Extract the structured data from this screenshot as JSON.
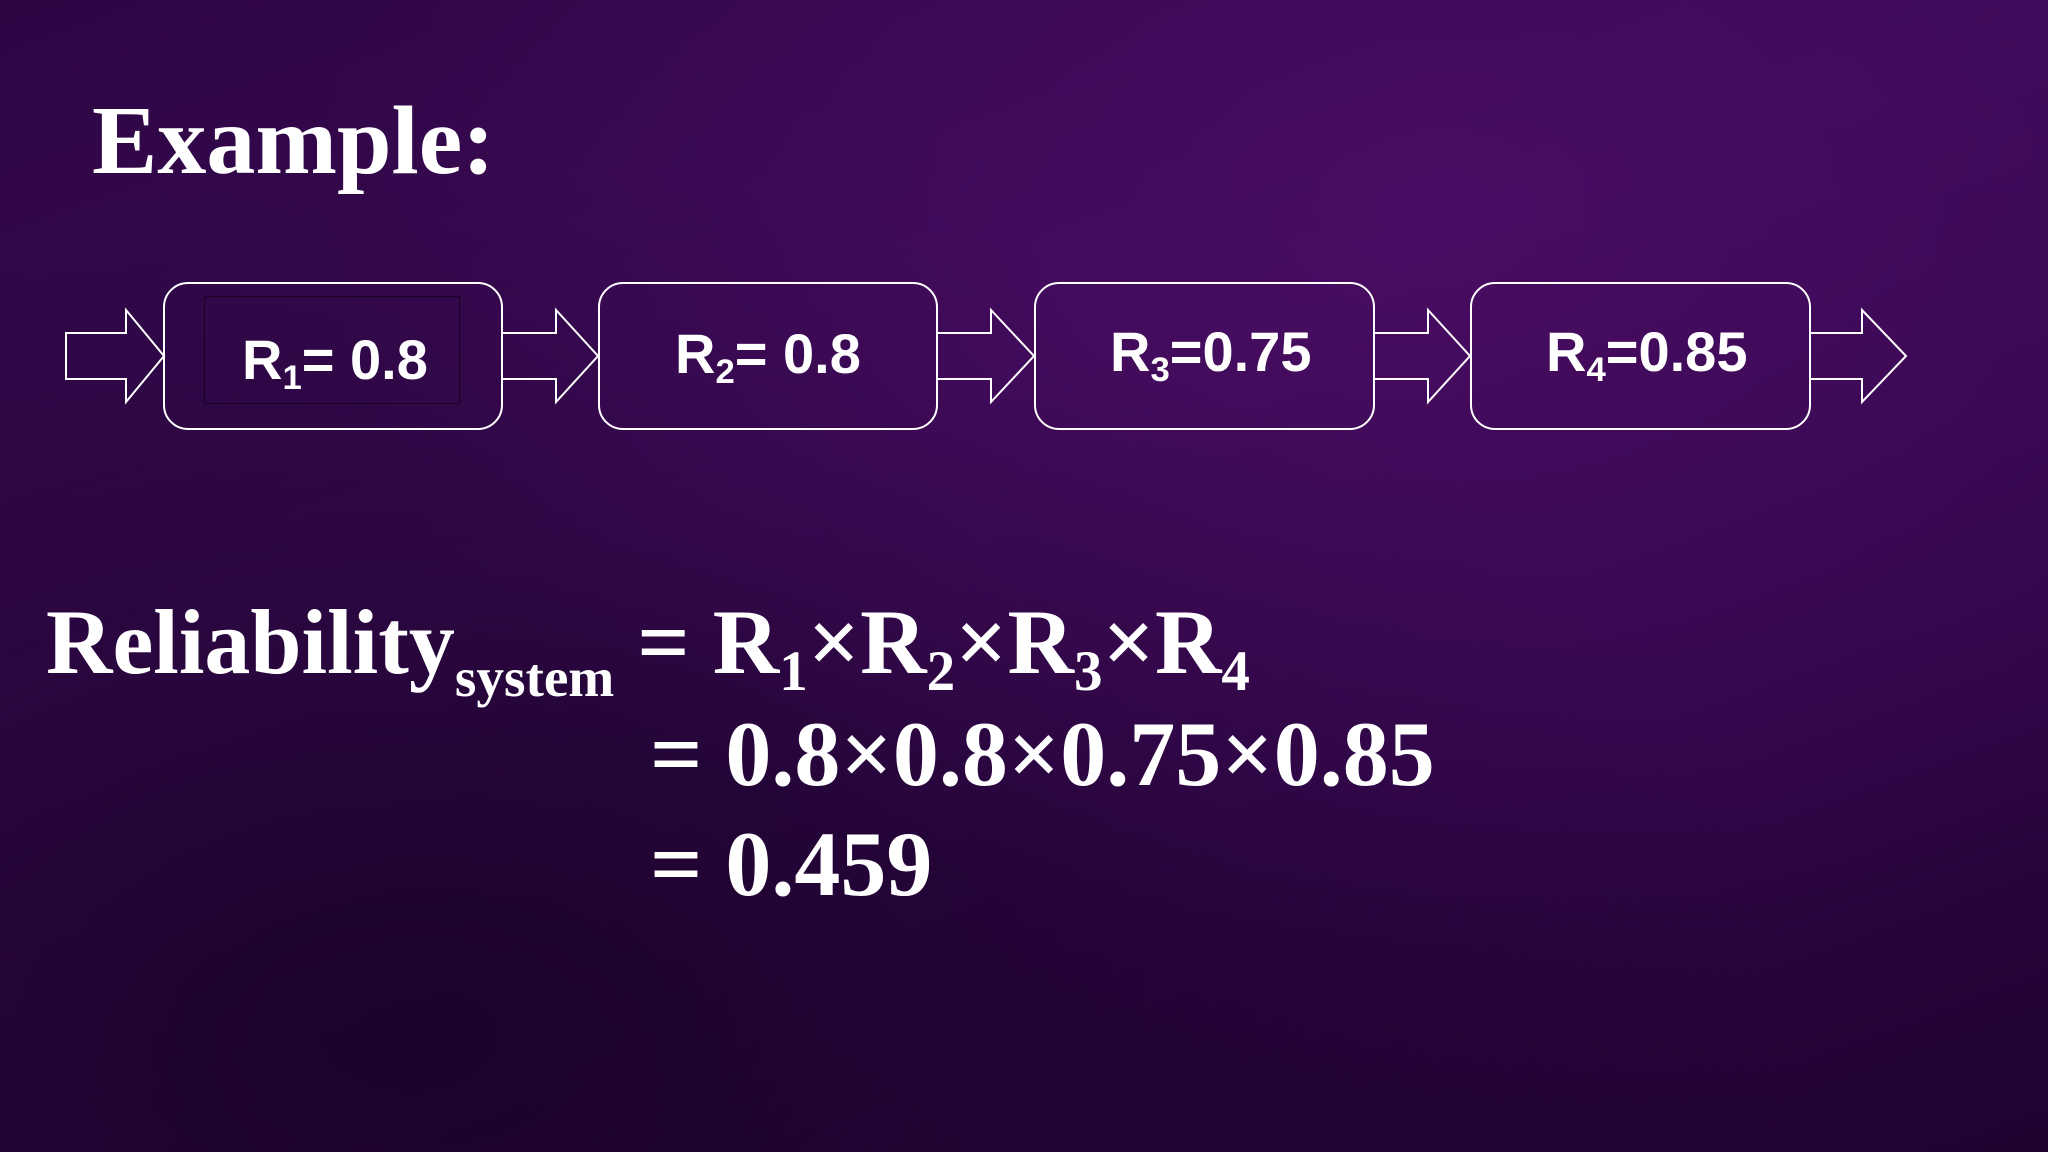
{
  "slide": {
    "title": "Example:"
  },
  "diagram": {
    "blocks": [
      {
        "symbol": "R",
        "index": "1",
        "value": "= 0.8"
      },
      {
        "symbol": "R",
        "index": "2",
        "value": "= 0.8"
      },
      {
        "symbol": "R",
        "index": "3",
        "value": "=0.75"
      },
      {
        "symbol": "R",
        "index": "4",
        "value": "=0.85"
      }
    ],
    "colors": {
      "stroke": "#ffffff",
      "background": "#33074a"
    }
  },
  "equation": {
    "lhs_word": "Reliability",
    "lhs_subscript": "system",
    "line1": {
      "prefix": "= ",
      "terms": [
        {
          "symbol": "R",
          "index": "1"
        },
        {
          "symbol": "R",
          "index": "2"
        },
        {
          "symbol": "R",
          "index": "3"
        },
        {
          "symbol": "R",
          "index": "4"
        }
      ],
      "operator": "×"
    },
    "line2": "= 0.8×0.8×0.75×0.85",
    "line3": "= 0.459"
  }
}
